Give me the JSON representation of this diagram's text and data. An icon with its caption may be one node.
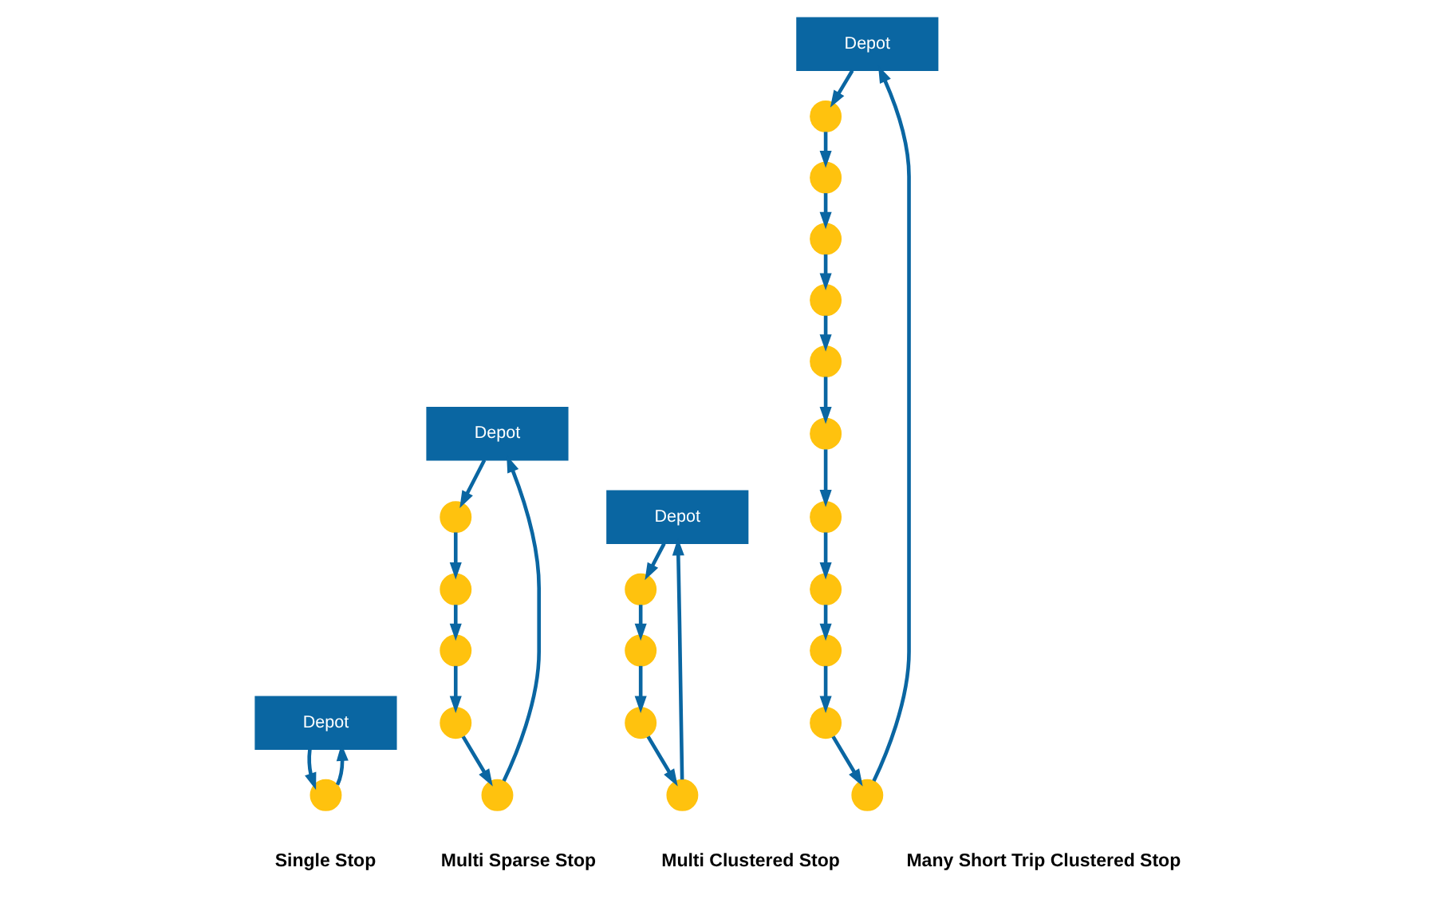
{
  "diagram": {
    "nodes": [
      {
        "text": [
          "Depot"
        ]
      },
      {
        "text": [],
        "shape": "circle"
      },
      {
        "text": [
          "Depot"
        ]
      },
      {
        "text": [],
        "shape": "circle"
      },
      {
        "text": [],
        "shape": "circle"
      },
      {
        "text": [],
        "shape": "circle"
      },
      {
        "text": [],
        "shape": "circle"
      },
      {
        "text": [],
        "shape": "circle"
      },
      {
        "text": [
          "Depot"
        ]
      },
      {
        "text": [],
        "shape": "circle"
      },
      {
        "text": [],
        "shape": "circle"
      },
      {
        "text": [],
        "shape": "circle"
      },
      {
        "text": [],
        "shape": "circle"
      },
      {
        "text": [
          "Depot"
        ]
      },
      {
        "text": [],
        "shape": "circle"
      },
      {
        "text": [],
        "shape": "circle"
      },
      {
        "text": [],
        "shape": "circle"
      },
      {
        "text": [],
        "shape": "circle"
      },
      {
        "text": [],
        "shape": "circle"
      },
      {
        "text": [],
        "shape": "circle"
      },
      {
        "text": [],
        "shape": "circle"
      },
      {
        "text": [],
        "shape": "circle"
      },
      {
        "text": [],
        "shape": "circle"
      },
      {
        "text": [],
        "shape": "circle"
      },
      {
        "text": [],
        "shape": "circle"
      }
    ],
    "edges": [
      {
        "from": 0,
        "to": 1,
        "arrow": "to"
      },
      {
        "from": 1,
        "to": 0,
        "arrow": "to"
      },
      {
        "from": 2,
        "to": 3,
        "arrow": "to"
      },
      {
        "from": 3,
        "to": 4,
        "arrow": "to"
      },
      {
        "from": 4,
        "to": 5,
        "arrow": "to"
      },
      {
        "from": 5,
        "to": 6,
        "arrow": "to"
      },
      {
        "from": 6,
        "to": 7,
        "arrow": "to"
      },
      {
        "from": 7,
        "to": 2,
        "arrow": "to"
      },
      {
        "from": 8,
        "to": 9,
        "arrow": "to"
      },
      {
        "from": 9,
        "to": 10,
        "arrow": "to"
      },
      {
        "from": 10,
        "to": 11,
        "arrow": "to"
      },
      {
        "from": 11,
        "to": 12,
        "arrow": "to"
      },
      {
        "from": 12,
        "to": 8,
        "arrow": "to"
      },
      {
        "from": 13,
        "to": 14,
        "arrow": "to"
      },
      {
        "from": 14,
        "to": 15,
        "arrow": "to"
      },
      {
        "from": 15,
        "to": 16,
        "arrow": "to"
      },
      {
        "from": 16,
        "to": 17,
        "arrow": "to"
      },
      {
        "from": 17,
        "to": 18,
        "arrow": "to"
      },
      {
        "from": 18,
        "to": 19,
        "arrow": "to"
      },
      {
        "from": 19,
        "to": 20,
        "arrow": "to"
      },
      {
        "from": 20,
        "to": 21,
        "arrow": "to"
      },
      {
        "from": 21,
        "to": 22,
        "arrow": "to"
      },
      {
        "from": 22,
        "to": 23,
        "arrow": "to"
      },
      {
        "from": 23,
        "to": 24,
        "arrow": "to"
      },
      {
        "from": 24,
        "to": 13,
        "arrow": "to"
      }
    ],
    "labels": [
      "Single Stop",
      "Multi Sparse Stop",
      "Multi Clustered Stop",
      "Many Short Trip Clustered Stop"
    ]
  }
}
